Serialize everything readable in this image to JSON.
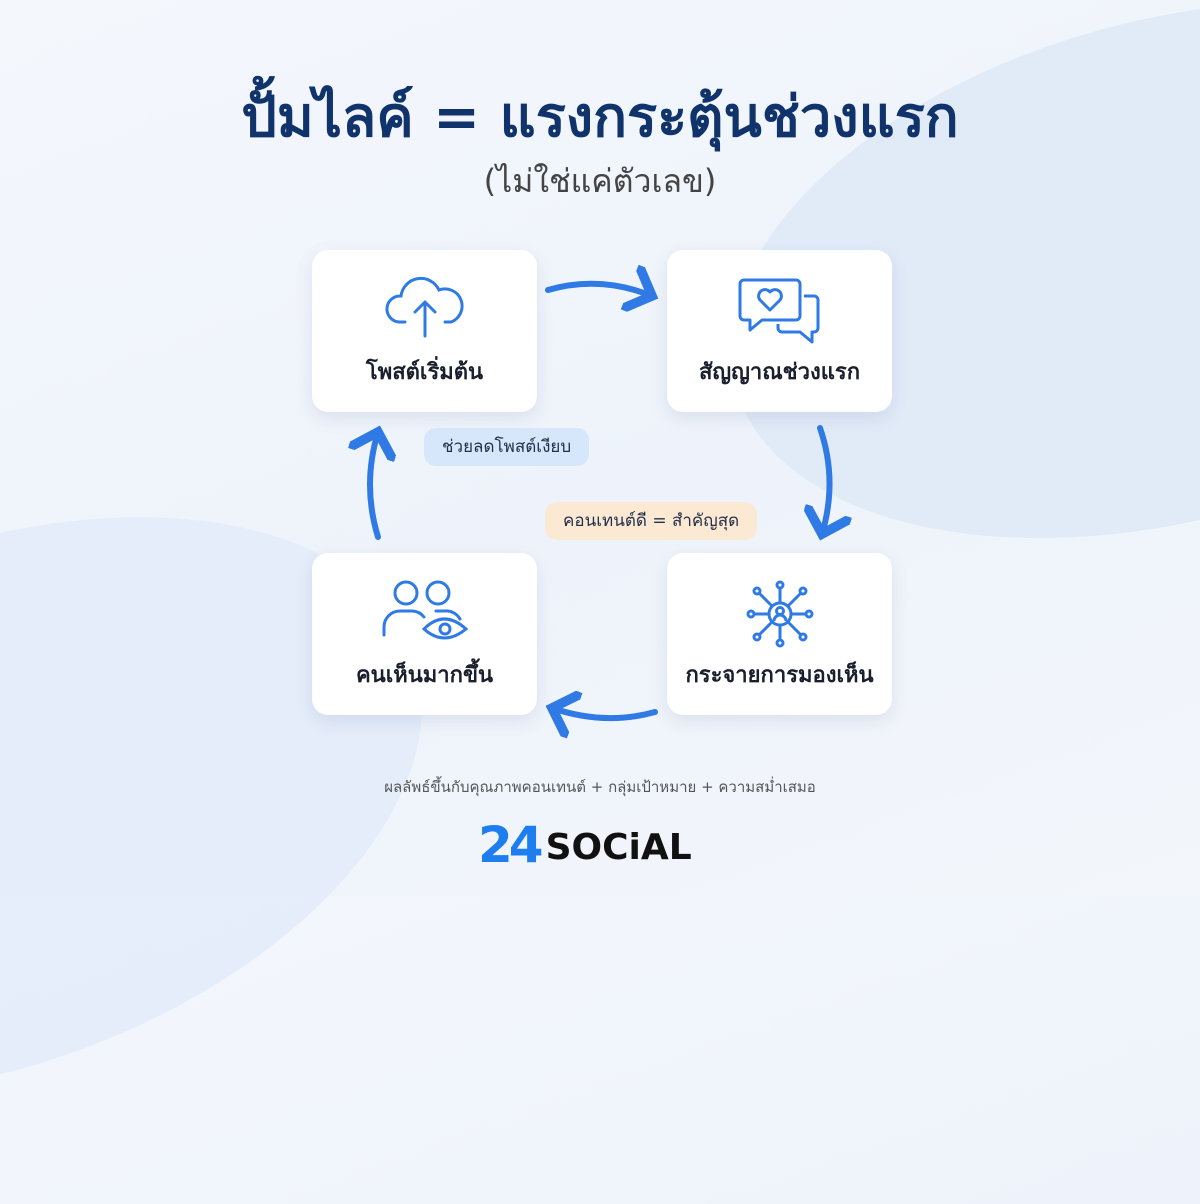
{
  "title": "ปั้มไลค์ = แรงกระตุ้นช่วงแรก",
  "subtitle": "(ไม่ใช่แค่ตัวเลข)",
  "steps": [
    {
      "label": "โพสต์เริ่มต้น",
      "icon": "cloud-upload-icon"
    },
    {
      "label": "สัญญาณช่วงแรก",
      "icon": "chat-heart-icon"
    },
    {
      "label": "กระจายการมองเห็น",
      "icon": "network-icon"
    },
    {
      "label": "คนเห็นมากขึ้น",
      "icon": "users-eye-icon"
    }
  ],
  "callouts": {
    "reduce_quiet": "ช่วยลดโพสต์เงียบ",
    "content_key": "คอนเทนต์ดี = สำคัญสุด"
  },
  "footnote": "ผลลัพธ์ขึ้นกับคุณภาพคอนเทนต์ + กลุ่มเป้าหมาย + ความสม่ำเสมอ",
  "logo": {
    "number": "24",
    "text": "SOCiAL"
  },
  "colors": {
    "accent": "#2f7ae5",
    "title": "#11336b"
  }
}
